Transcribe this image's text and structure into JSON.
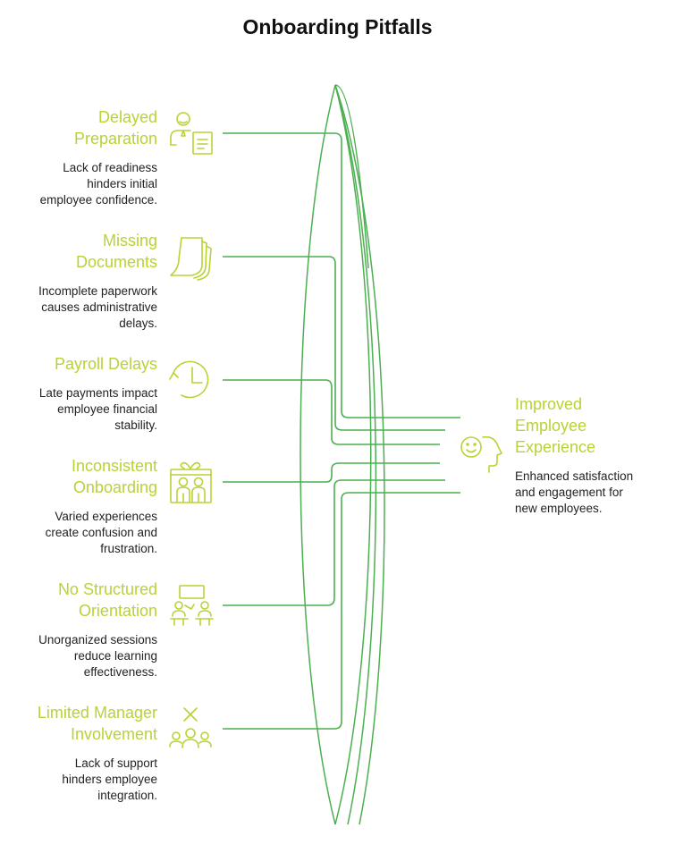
{
  "title": "Onboarding Pitfalls",
  "colors": {
    "accent": "#b7d334",
    "line": "#4caf50",
    "text": "#222222"
  },
  "pitfalls": [
    {
      "title": "Delayed\nPreparation",
      "description": "Lack of readiness\nhinders initial\nemployee confidence.",
      "icon": "person-with-document-icon"
    },
    {
      "title": "Missing\nDocuments",
      "description": "Incomplete paperwork\ncauses administrative\ndelays.",
      "icon": "documents-stack-icon"
    },
    {
      "title": "Payroll Delays",
      "description": "Late payments impact\nemployee financial\nstability.",
      "icon": "clock-icon"
    },
    {
      "title": "Inconsistent\nOnboarding",
      "description": "Varied experiences\ncreate confusion and\nfrustration.",
      "icon": "gift-people-icon"
    },
    {
      "title": "No Structured\nOrientation",
      "description": "Unorganized sessions\nreduce learning\neffectiveness.",
      "icon": "presentation-icon"
    },
    {
      "title": "Limited Manager\nInvolvement",
      "description": "Lack of support\nhinders employee\nintegration.",
      "icon": "team-x-icon"
    }
  ],
  "outcome": {
    "title": "Improved\nEmployee\nExperience",
    "description": "Enhanced satisfaction\nand engagement for\nnew employees.",
    "icon": "smiling-head-icon"
  }
}
